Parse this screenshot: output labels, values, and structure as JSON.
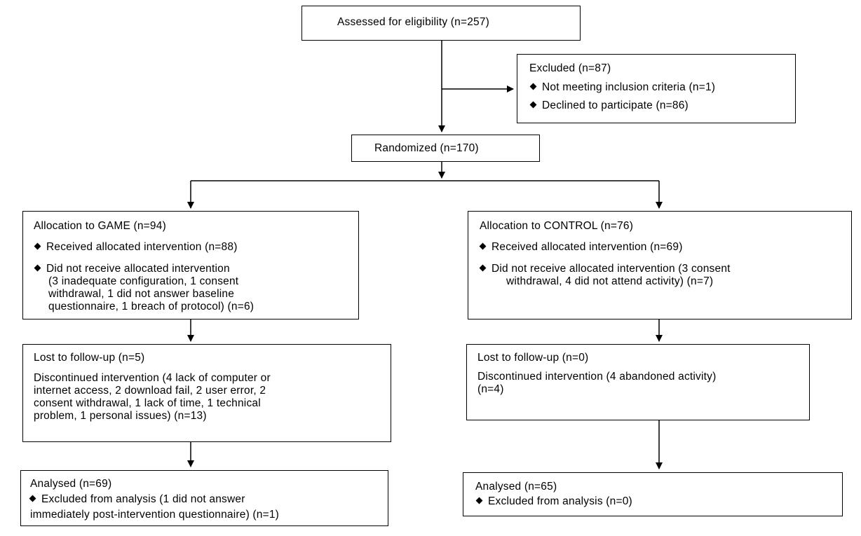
{
  "assessed": "Assessed for eligibility (n=257)",
  "excluded": {
    "title": "Excluded (n=87)",
    "items": [
      "Not meeting inclusion criteria (n=1)",
      "Declined to participate (n=86)"
    ]
  },
  "randomized": "Randomized (n=170)",
  "game": {
    "allocation_title": "Allocation to GAME (n=94)",
    "received": "Received allocated intervention (n=88)",
    "not_received": [
      "Did not receive allocated intervention",
      "(3 inadequate configuration, 1 consent",
      "withdrawal, 1 did not answer baseline",
      "questionnaire, 1 breach of protocol) (n=6)"
    ],
    "lost": "Lost to follow-up (n=5)",
    "discontinued": [
      "Discontinued intervention (4 lack of computer or",
      "internet access, 2 download fail, 2 user error, 2",
      "consent withdrawal, 1 lack of time, 1 technical",
      "problem, 1 personal issues) (n=13)"
    ],
    "analysed": "Analysed (n=69)",
    "excluded_analysis": [
      "Excluded from analysis (1 did not answer",
      "immediately post-intervention questionnaire) (n=1)"
    ]
  },
  "control": {
    "allocation_title": "Allocation to CONTROL (n=76)",
    "received": "Received allocated intervention (n=69)",
    "not_received": [
      "Did not receive allocated intervention (3 consent",
      "withdrawal, 4 did not attend activity) (n=7)"
    ],
    "lost": "Lost to follow-up (n=0)",
    "discontinued": [
      "Discontinued intervention (4 abandoned activity)",
      "(n=4)"
    ],
    "analysed": "Analysed (n=65)",
    "excluded_analysis": [
      "Excluded from analysis (n=0)"
    ]
  }
}
